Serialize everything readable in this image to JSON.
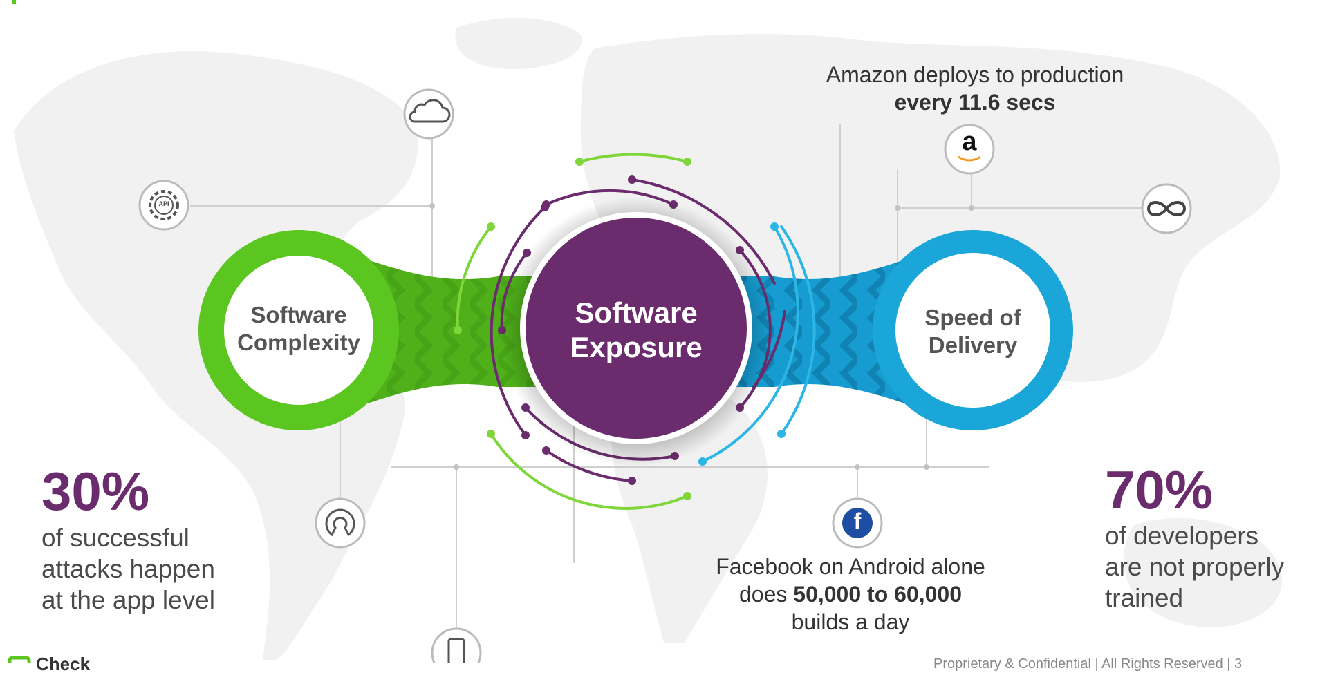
{
  "hub": {
    "line1": "Software",
    "line2": "Exposure",
    "color": "#6a2c6c"
  },
  "left_node": {
    "line1": "Software",
    "line2": "Complexity",
    "color": "#5cc620"
  },
  "right_node": {
    "line1": "Speed of",
    "line2": "Delivery",
    "color": "#1aa6d8"
  },
  "stat_left": {
    "value": "30%",
    "line1": "of successful",
    "line2": "attacks happen",
    "line3": "at the app level"
  },
  "stat_right": {
    "value": "70%",
    "line1": "of developers",
    "line2": "are not properly",
    "line3": "trained"
  },
  "amazon_callout": {
    "line1": "Amazon deploys to production",
    "line2": "every 11.6 secs",
    "icon_letter": "a"
  },
  "facebook_callout": {
    "line1": "Facebook on Android alone",
    "line2_pre": "does ",
    "line2_bold": "50,000 to 60,000",
    "line3": "builds a day",
    "icon_letter": "f"
  },
  "api_icon_text": "API",
  "footer": {
    "brand_fragment": "Check",
    "notice": "Proprietary & Confidential | All Rights Reserved   |   3"
  },
  "colors": {
    "stat_purple": "#6a2c6c",
    "green": "#5cc620",
    "blue": "#1aa6d8",
    "facebook_blue": "#1d4ea3",
    "amazon_orange": "#f39a1e"
  },
  "icons": [
    "cloud-icon",
    "api-gear-icon",
    "amazon-icon",
    "infinity-icon",
    "open-source-icon",
    "facebook-icon",
    "mobile-phone-icon"
  ]
}
